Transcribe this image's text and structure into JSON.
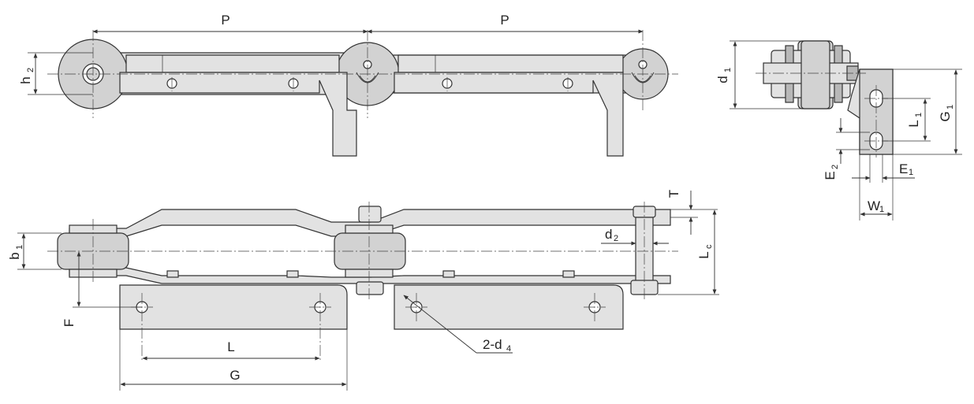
{
  "labels": {
    "pitch_left": "P",
    "pitch_right": "P",
    "h2_main": "h",
    "h2_sub": "2",
    "d1_main": "d",
    "d1_sub": "1",
    "g1_main": "G",
    "g1_sub": "1",
    "l1_main": "L",
    "l1_sub": "1",
    "e2_main": "E",
    "e2_sub": "2",
    "e1_main": "E",
    "e1_sub": "1",
    "w1_main": "W",
    "w1_sub": "1",
    "t": "T",
    "d2_main": "d",
    "d2_sub": "2",
    "lc_main": "L",
    "lc_sub": "c",
    "b1_main": "b",
    "b1_sub": "1",
    "f": "F",
    "l": "L",
    "g": "G",
    "holes_prefix": "2-d",
    "holes_sub": "4"
  }
}
